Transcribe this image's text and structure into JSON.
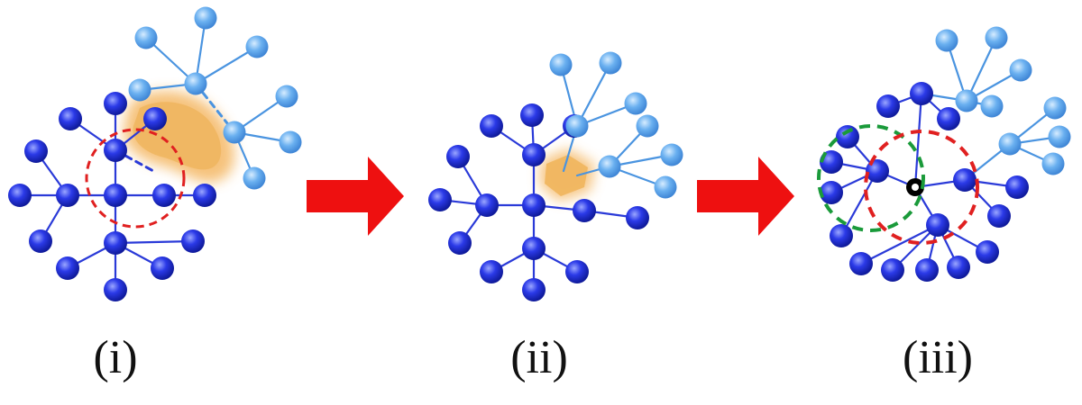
{
  "panels": [
    {
      "label": "(i)"
    },
    {
      "label": "(ii)"
    },
    {
      "label": "(iii)"
    }
  ],
  "colors": {
    "node_dark": "#1f2ee0",
    "node_light": "#5fa8ee",
    "edge_dark": "#2a3ad8",
    "edge_light": "#4a94e0",
    "overlap_patch": "#f4b865",
    "circle_red": "#e02020",
    "circle_green": "#1a9a3a",
    "center_mark": "#000000",
    "arrow": "#ee1010"
  },
  "icons": [
    "arrow-right-icon",
    "arrow-right-icon"
  ]
}
